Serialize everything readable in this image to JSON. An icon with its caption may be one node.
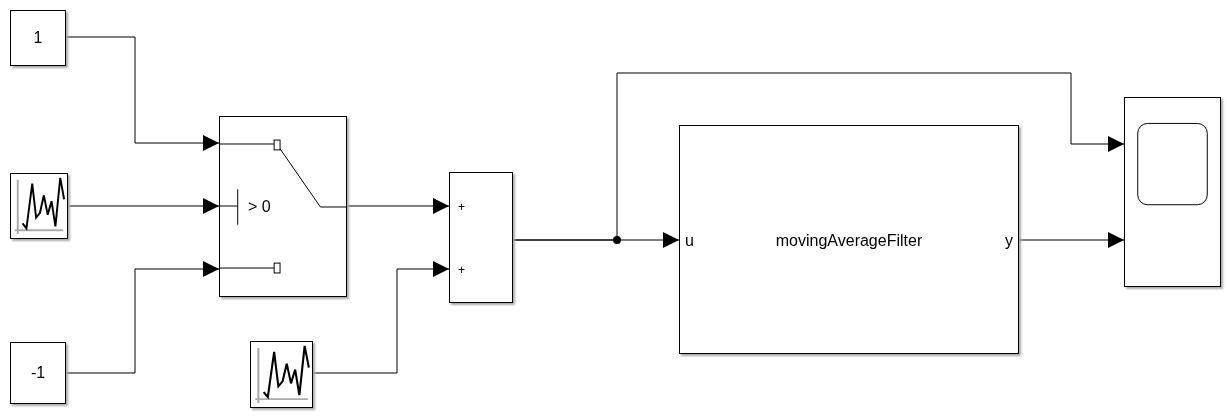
{
  "diagram": {
    "nodes": [
      {
        "text": [
          "1"
        ]
      },
      {
        "text": [],
        "shape": "picture"
      },
      {
        "text": [
          "-1"
        ]
      },
      {
        "text": [
          "> 0"
        ]
      },
      {
        "text": [],
        "shape": "picture"
      },
      {
        "text": [
          "+",
          "+"
        ]
      },
      {
        "text": [
          "u",
          "movingAverageFilter",
          "y"
        ]
      },
      {
        "text": [],
        "shape": "box"
      }
    ],
    "edges": [
      {
        "from": 0,
        "to": 3,
        "arrow": "to"
      },
      {
        "from": 1,
        "to": 3,
        "arrow": "to"
      },
      {
        "from": 2,
        "to": 3,
        "arrow": "to"
      },
      {
        "from": 3,
        "to": 5,
        "arrow": "to"
      },
      {
        "from": 4,
        "to": 5,
        "arrow": "to"
      },
      {
        "from": 5,
        "to": 6,
        "arrow": "to"
      },
      {
        "from": 5,
        "to": 7,
        "arrow": "to"
      },
      {
        "from": 6,
        "to": 7,
        "arrow": "to"
      }
    ]
  }
}
